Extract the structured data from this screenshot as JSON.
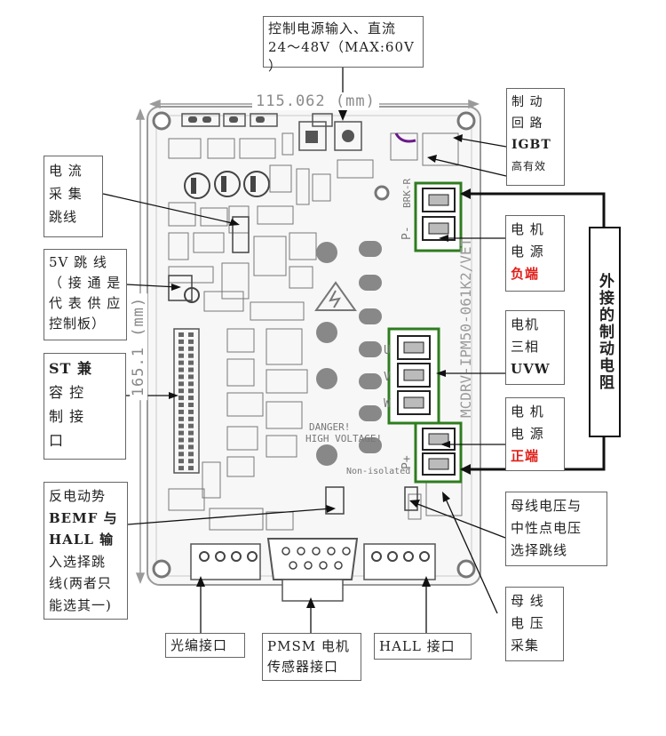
{
  "board": {
    "width_dim": "115.062 (mm)",
    "height_dim": "165.1 (mm)",
    "board_name": "MCDRV-IPM50-061K2/VET",
    "danger_line1": "DANGER!",
    "danger_line2": "HIGH VOLTAGE!",
    "non_isolated": "Non-isolated",
    "pin_pminus": "P-",
    "pin_pplus": "P+",
    "pin_brk": "BRK-R",
    "pin_u": "U",
    "pin_v": "V",
    "pin_w": "W"
  },
  "callouts": {
    "power_input": {
      "line1": "控制电源输入、直流",
      "line2": "24～48V（MAX:60V ）"
    },
    "brake_igbt": {
      "line1": "制  动",
      "line2": "回  路",
      "line3": "IGBT",
      "line4": "高有效"
    },
    "current_jumper": {
      "line1": "电  流",
      "line2": "采  集",
      "line3": "跳线"
    },
    "jumper_5v": {
      "line1": "5V  跳 线",
      "line2": "（ 接 通 是",
      "line3": "代 表 供 应",
      "line4": "控制板）"
    },
    "st_interface": {
      "line1": "ST  兼",
      "line2": "容  控",
      "line3": "制  接",
      "line4": "口"
    },
    "motor_neg": {
      "line1": "电   机",
      "line2": "电   源",
      "line3": "负端"
    },
    "motor_uvw": {
      "line1": "电机",
      "line2": "三相",
      "line3": "UVW"
    },
    "motor_pos": {
      "line1": "电   机",
      "line2": "电   源",
      "line3": "正端"
    },
    "bemf_hall": {
      "line1": "反电动势",
      "line2": "BEMF   与",
      "line3": "HALL   输",
      "line4": "入选择跳",
      "line5": "线(两者只",
      "line6": "能选其一)"
    },
    "bus_neutral": {
      "line1": "母线电压与",
      "line2": "中性点电压",
      "line3": "选择跳线"
    },
    "bus_sample": {
      "line1": "母  线",
      "line2": "电  压",
      "line3": "采集"
    },
    "encoder": {
      "line1": "光编接口"
    },
    "pmsm": {
      "line1": "PMSM  电机",
      "line2": "传感器接口"
    },
    "hall": {
      "line1": "HALL 接口"
    },
    "external_resistor": {
      "text": "外接的制动电阻"
    }
  },
  "colors": {
    "silkscreen": "#9a9a9a",
    "highlight_green": "#2e7d1f",
    "accent_red": "#e0201a",
    "arrow": "#111111"
  }
}
